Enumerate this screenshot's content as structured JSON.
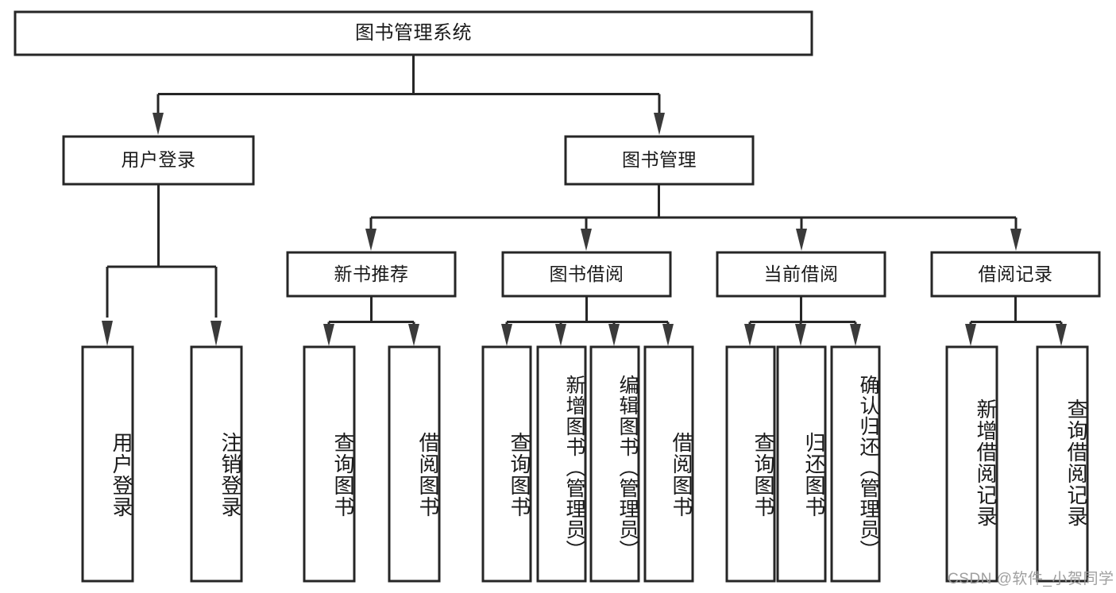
{
  "diagram": {
    "type": "hierarchy-tree",
    "title": "图书管理系统",
    "orientation": "top-down",
    "levels": {
      "root": {
        "label": "图书管理系统"
      },
      "level2": [
        {
          "id": "user-login",
          "label": "用户登录"
        },
        {
          "id": "book-management",
          "label": "图书管理"
        }
      ],
      "level3": [
        {
          "id": "new-book-recommend",
          "label": "新书推荐",
          "parent": "book-management"
        },
        {
          "id": "book-borrow",
          "label": "图书借阅",
          "parent": "book-management"
        },
        {
          "id": "current-borrow",
          "label": "当前借阅",
          "parent": "book-management"
        },
        {
          "id": "borrow-record",
          "label": "借阅记录",
          "parent": "book-management"
        }
      ],
      "leaves": [
        {
          "id": "leaf-user-login",
          "label": "用户登录",
          "parent": "user-login"
        },
        {
          "id": "leaf-logout-login",
          "label": "注销登录",
          "parent": "user-login"
        },
        {
          "id": "leaf-query-book-1",
          "label": "查询图书",
          "parent": "new-book-recommend"
        },
        {
          "id": "leaf-borrow-book-1",
          "label": "借阅图书",
          "parent": "new-book-recommend"
        },
        {
          "id": "leaf-query-book-2",
          "label": "查询图书",
          "parent": "book-borrow"
        },
        {
          "id": "leaf-add-book",
          "label": "新增图书（管理员）",
          "parent": "book-borrow"
        },
        {
          "id": "leaf-edit-book",
          "label": "编辑图书（管理员）",
          "parent": "book-borrow"
        },
        {
          "id": "leaf-borrow-book-2",
          "label": "借阅图书",
          "parent": "book-borrow"
        },
        {
          "id": "leaf-query-book-3",
          "label": "查询图书",
          "parent": "current-borrow"
        },
        {
          "id": "leaf-return-book",
          "label": "归还图书",
          "parent": "current-borrow"
        },
        {
          "id": "leaf-confirm-return",
          "label": "确认归还（管理员）",
          "parent": "current-borrow"
        },
        {
          "id": "leaf-add-record",
          "label": "新增借阅记录",
          "parent": "borrow-record"
        },
        {
          "id": "leaf-query-record",
          "label": "查询借阅记录",
          "parent": "borrow-record"
        }
      ]
    },
    "colors": {
      "box_stroke": "#262626",
      "box_fill": "#ffffff",
      "connector": "#262626",
      "text": "#1a1a1a",
      "watermark": "#9a9a9a"
    }
  },
  "watermark": {
    "text": "CSDN @软件_小贺同学"
  }
}
